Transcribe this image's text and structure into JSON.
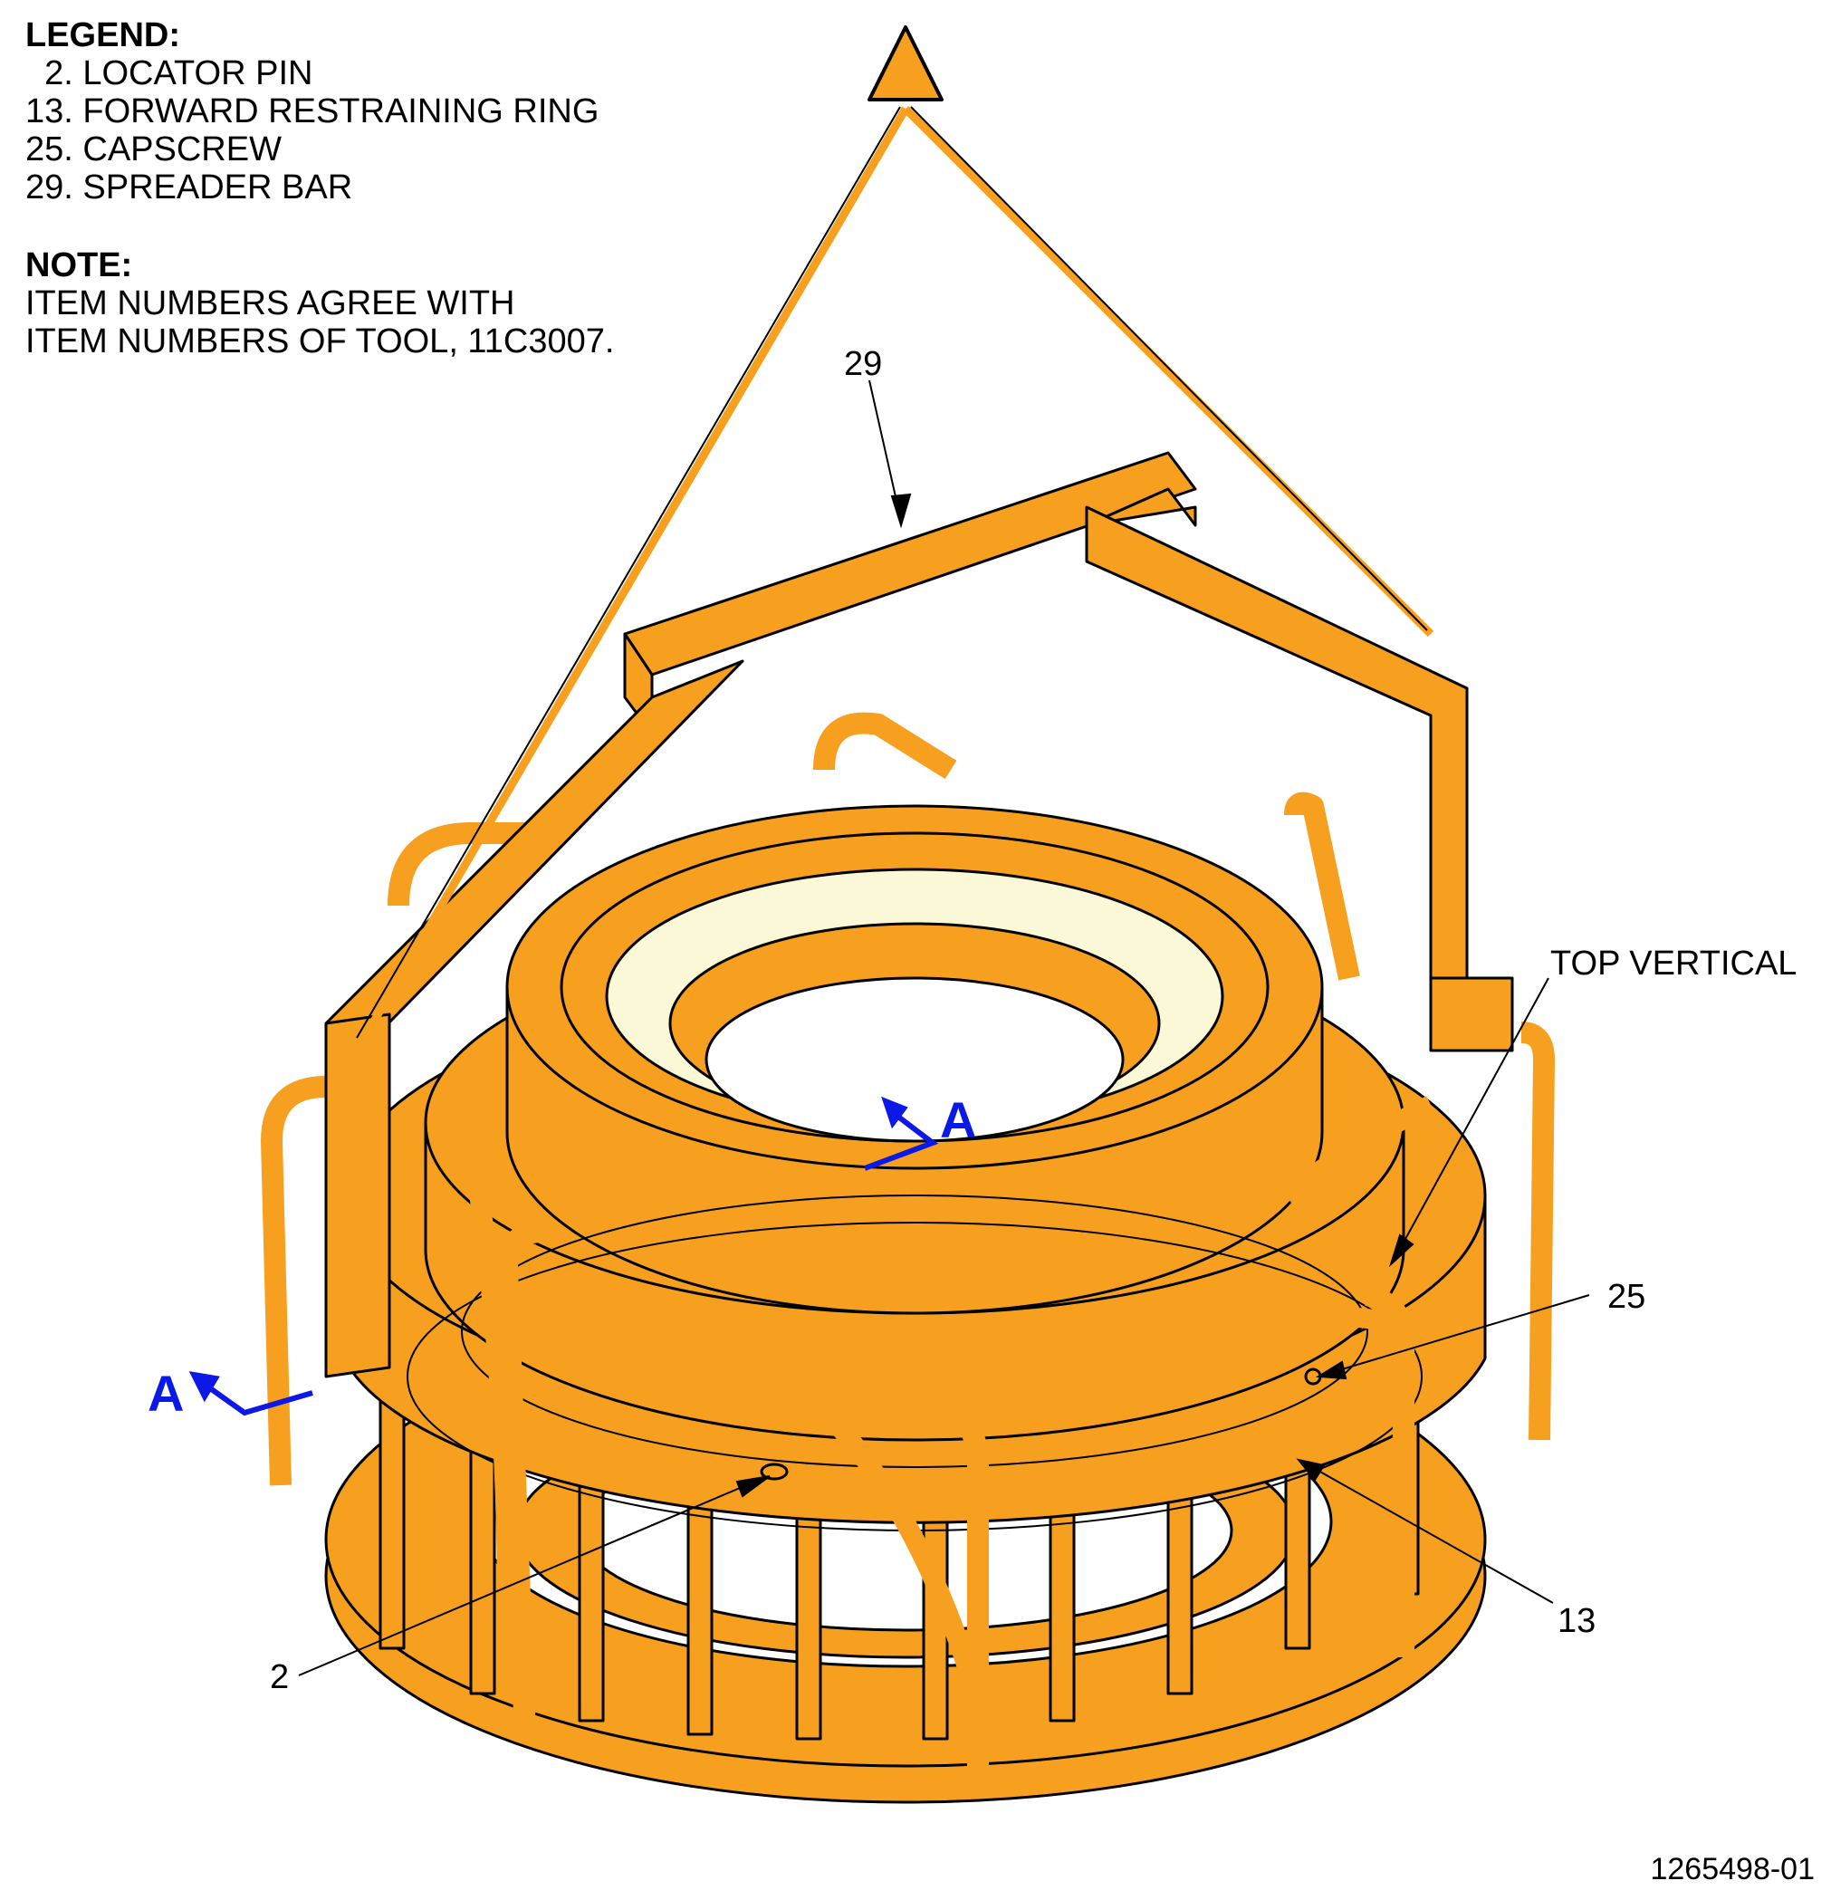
{
  "legend": {
    "heading": "LEGEND:",
    "items": [
      "  2. LOCATOR PIN",
      "13. FORWARD RESTRAINING RING",
      "25. CAPSCREW",
      "29. SPREADER BAR"
    ]
  },
  "note": {
    "heading": "NOTE:",
    "lines": [
      "ITEM NUMBERS AGREE WITH",
      "ITEM NUMBERS OF TOOL, 11C3007."
    ]
  },
  "callouts": {
    "spreader_bar": "29",
    "top_vertical": "TOP VERTICAL",
    "capscrew": "25",
    "restraining_ring": "13",
    "locator_pin": "2"
  },
  "section_marks": {
    "upper": "A",
    "lower": "A"
  },
  "document_number": "1265498-01",
  "colors": {
    "tool_orange": "#f7a020",
    "outline": "#000000",
    "section_blue": "#0c18e6",
    "blade_cream": "#fbf8d8"
  }
}
